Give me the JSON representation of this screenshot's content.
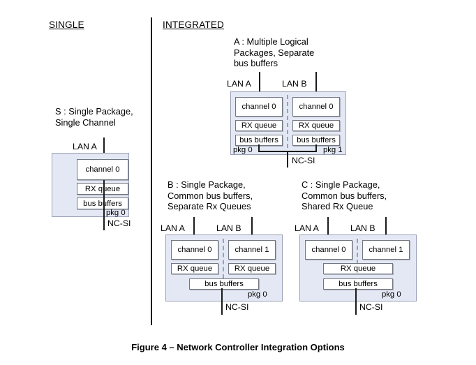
{
  "figure": {
    "caption": "Figure 4 – Network Controller Integration Options"
  },
  "columns": {
    "single": "SINGLE",
    "integrated": "INTEGRATED"
  },
  "labels": {
    "lan_a": "LAN A",
    "lan_b": "LAN B",
    "ncsi": "NC-SI",
    "pkg0": "pkg 0",
    "pkg1": "pkg 1",
    "channel0": "channel 0",
    "channel1": "channel 1",
    "rx_queue": "RX queue",
    "bus_buffers": "bus buffers"
  },
  "colors": {
    "package_fill": "#e4e8f4",
    "package_border": "#9aa0b5",
    "box_fill": "#ffffff",
    "box_border": "#72767f",
    "wire": "#1a1a1a",
    "text": "#000000"
  },
  "diagrams": {
    "s": {
      "title": "S : Single Package,\nSingle Channel",
      "lan_a": "LAN A",
      "channel": "channel 0",
      "rx_queue": "RX queue",
      "bus_buffers": "bus buffers",
      "pkg": "pkg 0",
      "ncsi": "NC-SI"
    },
    "a": {
      "title": "A : Multiple Logical\nPackages, Separate\nbus buffers",
      "lan_a": "LAN A",
      "lan_b": "LAN B",
      "left_channel": "channel 0",
      "right_channel": "channel 0",
      "left_rx_queue": "RX queue",
      "right_rx_queue": "RX queue",
      "left_bus_buffers": "bus buffers",
      "right_bus_buffers": "bus buffers",
      "pkg_left": "pkg 0",
      "pkg_right": "pkg 1",
      "ncsi": "NC-SI"
    },
    "b": {
      "title": "B : Single Package,\nCommon bus buffers,\nSeparate Rx Queues",
      "lan_a": "LAN A",
      "lan_b": "LAN B",
      "left_channel": "channel 0",
      "right_channel": "channel 1",
      "left_rx_queue": "RX queue",
      "right_rx_queue": "RX queue",
      "bus_buffers": "bus buffers",
      "pkg": "pkg 0",
      "ncsi": "NC-SI"
    },
    "c": {
      "title": "C : Single Package,\nCommon bus buffers,\nShared Rx Queue",
      "lan_a": "LAN A",
      "lan_b": "LAN B",
      "left_channel": "channel 0",
      "right_channel": "channel 1",
      "rx_queue": "RX queue",
      "bus_buffers": "bus buffers",
      "pkg": "pkg 0",
      "ncsi": "NC-SI"
    }
  }
}
